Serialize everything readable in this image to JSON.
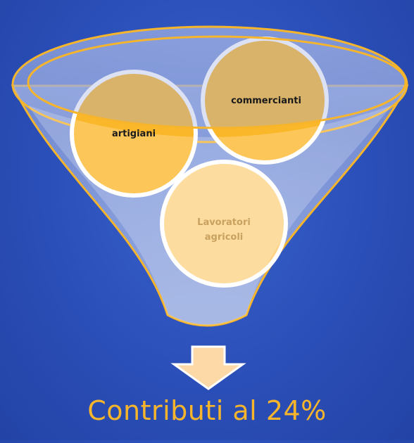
{
  "funnel": {
    "items": [
      {
        "label": "artigiani",
        "style": "solid"
      },
      {
        "label": "commercianti",
        "style": "solid"
      },
      {
        "label": [
          "Lavoratori",
          "agricoli"
        ],
        "style": "light"
      }
    ]
  },
  "result": {
    "label": "Contributi al 24%"
  },
  "colors": {
    "background": "#2b4fb8",
    "funnel_outline": "#f7b52c",
    "circle_solid": "#fbb72a",
    "circle_light": "#fdd386",
    "circle_border": "#ffffff",
    "arrow": "#fdd9a8",
    "text_dark": "#1a1a1a",
    "text_light": "#c9a15f",
    "result_text": "#f7b52c"
  }
}
